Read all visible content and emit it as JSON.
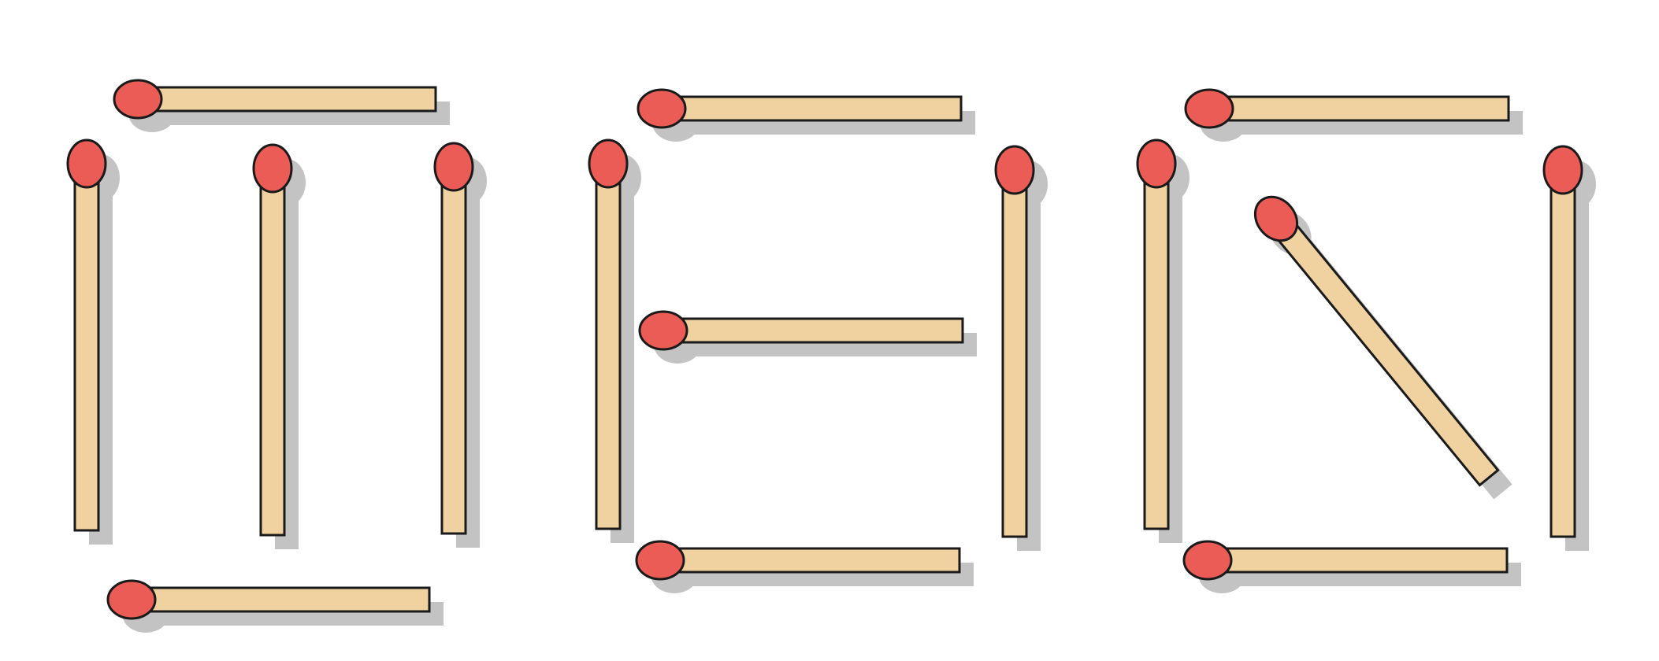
{
  "colors": {
    "background": "#ffffff",
    "stick": "#f0d2a0",
    "head": "#ea5c55",
    "outline": "#1a1a1a",
    "shadow": "#c3c3c3"
  },
  "figure": {
    "description_free": true,
    "groups": [
      {
        "name": "group-1",
        "matches": [
          {
            "name": "top",
            "orientation": "horizontal",
            "head": "left"
          },
          {
            "name": "left",
            "orientation": "vertical",
            "head": "top"
          },
          {
            "name": "middle",
            "orientation": "vertical",
            "head": "top"
          },
          {
            "name": "right",
            "orientation": "vertical",
            "head": "top"
          },
          {
            "name": "bottom",
            "orientation": "horizontal",
            "head": "left"
          }
        ]
      },
      {
        "name": "group-2",
        "matches": [
          {
            "name": "top",
            "orientation": "horizontal",
            "head": "left"
          },
          {
            "name": "left",
            "orientation": "vertical",
            "head": "top"
          },
          {
            "name": "middle",
            "orientation": "horizontal",
            "head": "left"
          },
          {
            "name": "right",
            "orientation": "vertical",
            "head": "top"
          },
          {
            "name": "bottom",
            "orientation": "horizontal",
            "head": "left"
          }
        ]
      },
      {
        "name": "group-3",
        "matches": [
          {
            "name": "top",
            "orientation": "horizontal",
            "head": "left"
          },
          {
            "name": "left",
            "orientation": "vertical",
            "head": "top"
          },
          {
            "name": "diagonal",
            "orientation": "diagonal",
            "head": "top-left"
          },
          {
            "name": "right",
            "orientation": "vertical",
            "head": "top"
          },
          {
            "name": "bottom",
            "orientation": "horizontal",
            "head": "left"
          }
        ]
      }
    ]
  }
}
